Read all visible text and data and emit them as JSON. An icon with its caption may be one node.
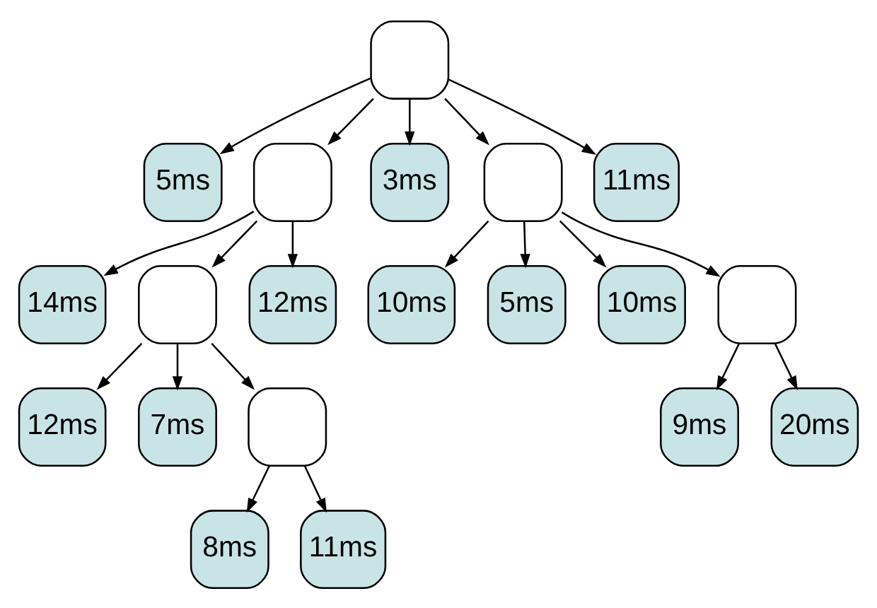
{
  "diagram": {
    "nodes": [
      {
        "text": [],
        "shape": "box"
      },
      {
        "text": [
          "5ms"
        ]
      },
      {
        "text": [],
        "shape": "box"
      },
      {
        "text": [
          "3ms"
        ]
      },
      {
        "text": [],
        "shape": "box"
      },
      {
        "text": [
          "11ms"
        ]
      },
      {
        "text": [
          "14ms"
        ]
      },
      {
        "text": [],
        "shape": "box"
      },
      {
        "text": [
          "12ms"
        ]
      },
      {
        "text": [
          "10ms"
        ]
      },
      {
        "text": [
          "5ms"
        ]
      },
      {
        "text": [
          "10ms"
        ]
      },
      {
        "text": [],
        "shape": "box"
      },
      {
        "text": [
          "12ms"
        ]
      },
      {
        "text": [
          "7ms"
        ]
      },
      {
        "text": [],
        "shape": "box"
      },
      {
        "text": [
          "9ms"
        ]
      },
      {
        "text": [
          "20ms"
        ]
      },
      {
        "text": [
          "8ms"
        ]
      },
      {
        "text": [
          "11ms"
        ]
      }
    ],
    "edges": [
      {
        "from": 0,
        "to": 1,
        "arrow": "to"
      },
      {
        "from": 0,
        "to": 2,
        "arrow": "to"
      },
      {
        "from": 0,
        "to": 3,
        "arrow": "to"
      },
      {
        "from": 0,
        "to": 4,
        "arrow": "to"
      },
      {
        "from": 0,
        "to": 5,
        "arrow": "to"
      },
      {
        "from": 2,
        "to": 6,
        "arrow": "to"
      },
      {
        "from": 2,
        "to": 7,
        "arrow": "to"
      },
      {
        "from": 2,
        "to": 8,
        "arrow": "to"
      },
      {
        "from": 4,
        "to": 9,
        "arrow": "to"
      },
      {
        "from": 4,
        "to": 10,
        "arrow": "to"
      },
      {
        "from": 4,
        "to": 11,
        "arrow": "to"
      },
      {
        "from": 4,
        "to": 12,
        "arrow": "to"
      },
      {
        "from": 7,
        "to": 13,
        "arrow": "to"
      },
      {
        "from": 7,
        "to": 14,
        "arrow": "to"
      },
      {
        "from": 7,
        "to": 15,
        "arrow": "to"
      },
      {
        "from": 12,
        "to": 16,
        "arrow": "to"
      },
      {
        "from": 12,
        "to": 17,
        "arrow": "to"
      },
      {
        "from": 15,
        "to": 18,
        "arrow": "to"
      },
      {
        "from": 15,
        "to": 19,
        "arrow": "to"
      }
    ]
  }
}
